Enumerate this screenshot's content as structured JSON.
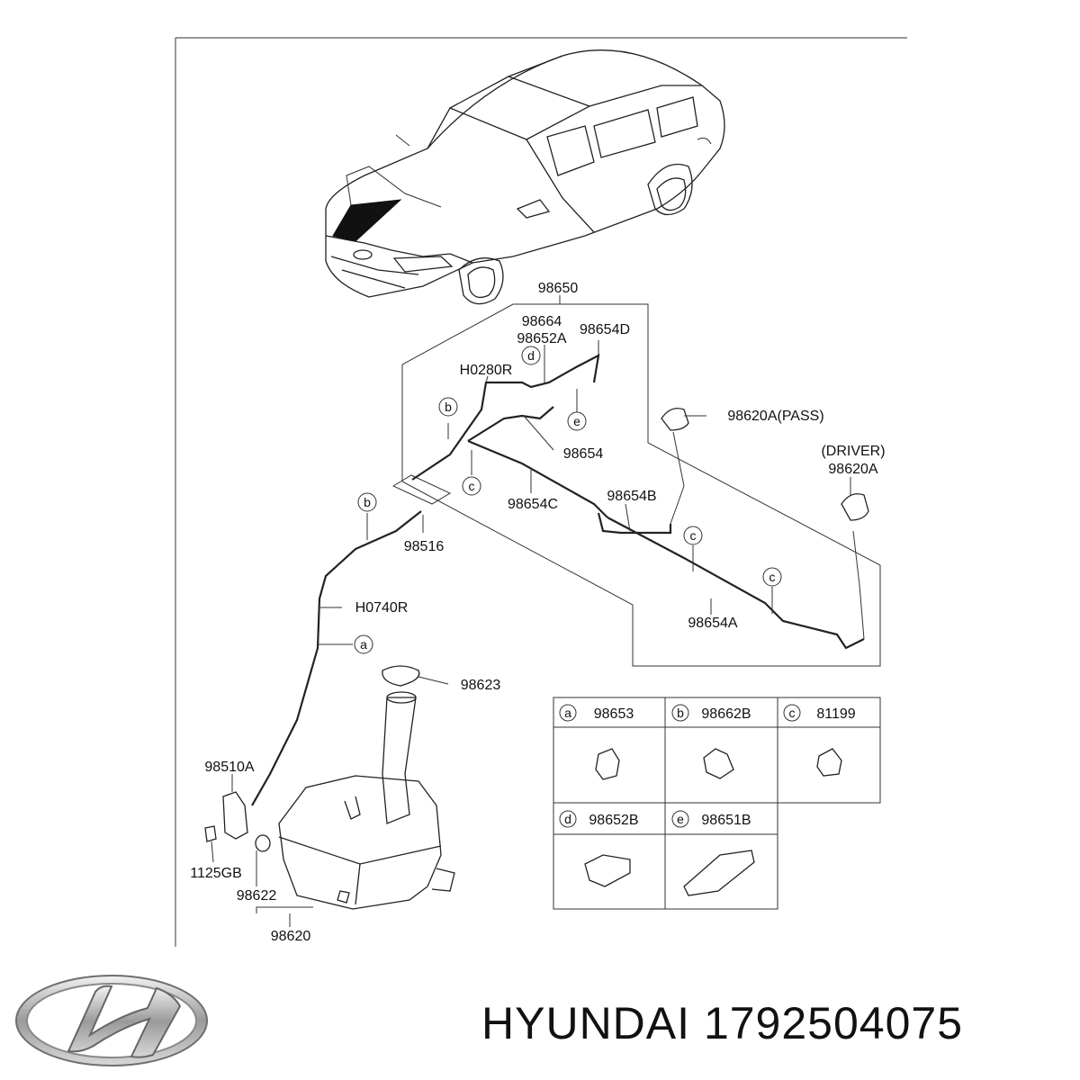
{
  "diagram": {
    "labels": {
      "assembly": "98650",
      "l98664": "98664",
      "l98652A": "98652A",
      "l98654D": "98654D",
      "lH0280R": "H0280R",
      "l98654": "98654",
      "l98620A_pass": "98620A(PASS)",
      "driver_note": "(DRIVER)",
      "l98620A_driver": "98620A",
      "l98654C": "98654C",
      "l98654B": "98654B",
      "l98516": "98516",
      "lH0740R": "H0740R",
      "l98654A": "98654A",
      "l98623": "98623",
      "l98510A": "98510A",
      "l1125GB": "1125GB",
      "l98622": "98622",
      "l98620": "98620"
    },
    "callouts": {
      "a": "a",
      "b": "b",
      "c": "c",
      "d": "d",
      "e": "e"
    },
    "legend": [
      {
        "letter": "a",
        "part": "98653"
      },
      {
        "letter": "b",
        "part": "98662B"
      },
      {
        "letter": "c",
        "part": "81199"
      },
      {
        "letter": "d",
        "part": "98652B"
      },
      {
        "letter": "e",
        "part": "98651B"
      }
    ]
  },
  "brand": {
    "name": "HYUNDAI",
    "part_number": "1792504075",
    "logo_icon": "hyundai-logo-icon"
  }
}
